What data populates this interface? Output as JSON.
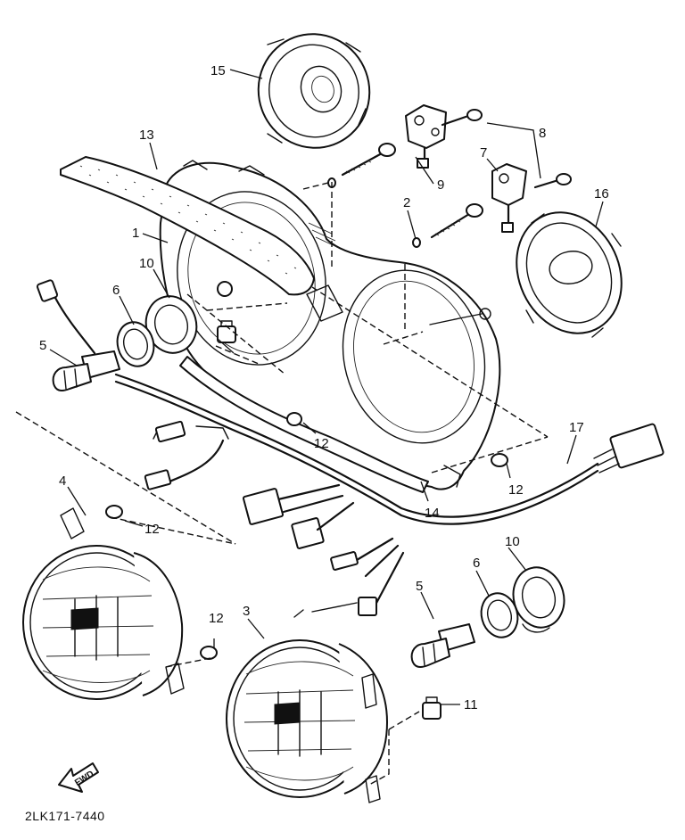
{
  "diagram": {
    "part_numbers": {
      "p1": "1",
      "p2": "2",
      "p3": "3",
      "p4": "4",
      "p5_upper": "5",
      "p5_lower": "5",
      "p6_upper": "6",
      "p6_lower": "6",
      "p7": "7",
      "p8": "8",
      "p9": "9",
      "p10_upper": "10",
      "p10_lower": "10",
      "p11": "11",
      "p12_center": "12",
      "p12_right": "12",
      "p12_left_upper": "12",
      "p12_left_lower": "12",
      "p13": "13",
      "p14": "14",
      "p15": "15",
      "p16": "16",
      "p17": "17"
    },
    "fwd_label": "FWD",
    "reference_code": "2LK171-7440"
  }
}
